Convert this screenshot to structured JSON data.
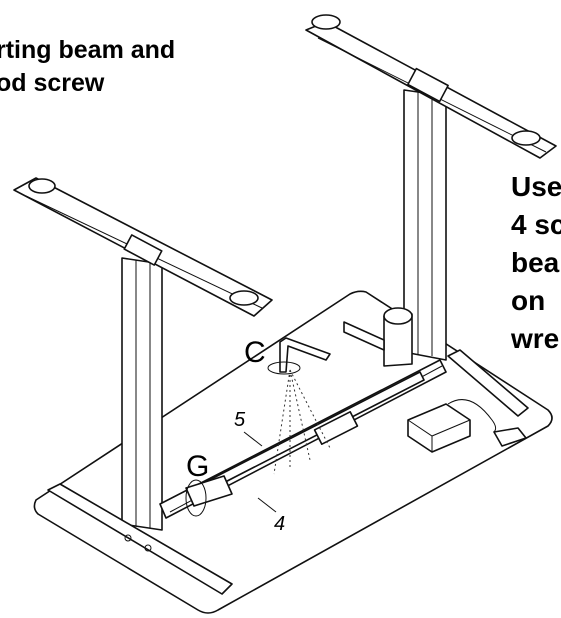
{
  "instruction_left": {
    "lines": [
      "rting beam and",
      "od screw"
    ]
  },
  "instruction_right": {
    "lines": [
      "Use",
      "4 sc",
      "bea",
      "on",
      "wre"
    ]
  },
  "labels": {
    "tool_c": "C",
    "tool_g": "G",
    "part_5": "5",
    "part_4": "4"
  }
}
